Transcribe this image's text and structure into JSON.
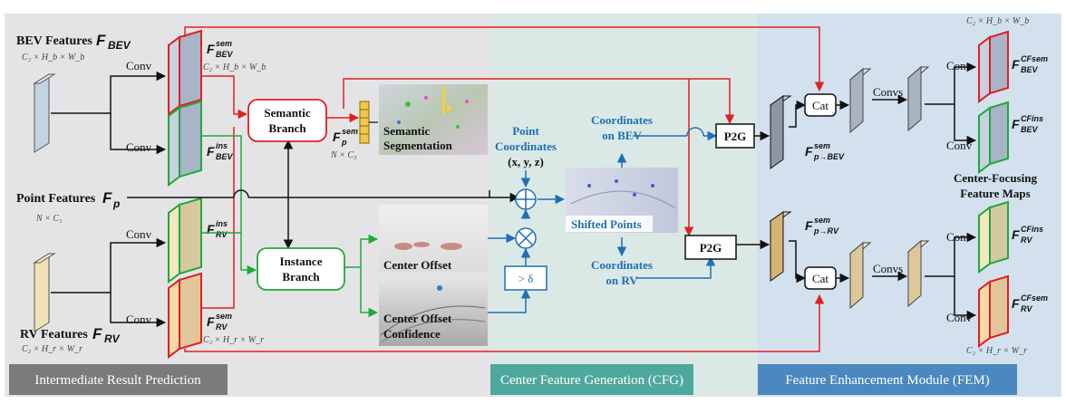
{
  "sections": {
    "left": "Intermediate Result Prediction",
    "middle": "Center Feature Generation (CFG)",
    "right": "Feature Enhancement Module (FEM)"
  },
  "inputs": {
    "bev_label": "BEV Features",
    "bev_sym": "F",
    "bev_sub": "BEV",
    "bev_dim": "C₂ × H_b × W_b",
    "point_label": "Point Features",
    "point_sym": "F",
    "point_sub": "p",
    "point_dim": "N × C₁",
    "rv_label": "RV Features",
    "rv_sym": "F",
    "rv_sub": "RV",
    "rv_dim": "C₂ × H_r × W_r"
  },
  "ops": {
    "conv": "Conv",
    "convs": "Convs",
    "cat": "Cat",
    "p2g": "P2G",
    "threshold": "> δ",
    "add": "⊕",
    "mul": "⊗"
  },
  "features": {
    "bev_sem": "F",
    "bev_sem_sup": "sem",
    "bev_sem_sub": "BEV",
    "bev_sem_dim": "C₂ × H_b × W_b",
    "bev_ins_sup": "ins",
    "bev_ins_sub": "BEV",
    "rv_ins_sup": "ins",
    "rv_ins_sub": "RV",
    "rv_sem_sup": "sem",
    "rv_sem_sub": "RV",
    "rv_sem_dim": "C₂ × H_r × W_r",
    "p_sem_sup": "sem",
    "p_sem_sub": "p",
    "p_sem_dim": "N × C₃",
    "p_bev_sup": "sem",
    "p_bev_sub": "p→BEV",
    "p_rv_sup": "sem",
    "p_rv_sub": "p→RV",
    "out_bev_sem_sup": "CFsem",
    "out_bev_sem_sub": "BEV",
    "out_bev_ins_sup": "CFins",
    "out_bev_ins_sub": "BEV",
    "out_rv_ins_sup": "CFins",
    "out_rv_ins_sub": "RV",
    "out_rv_sem_sup": "CFsem",
    "out_rv_sem_sub": "RV",
    "out_top_dim": "C₂ × H_b × W_b",
    "out_bottom_dim": "C₂ × H_r × W_r"
  },
  "branches": {
    "semantic": [
      "Semantic",
      "Branch"
    ],
    "instance": [
      "Instance",
      "Branch"
    ]
  },
  "results": {
    "semseg": [
      "Semantic",
      "Segmentation"
    ],
    "center_offset": "Center Offset",
    "center_conf": [
      "Center Offset",
      "Confidence"
    ],
    "shifted": "Shifted Points"
  },
  "cfg": {
    "point_coords": [
      "Point",
      "Coordinates",
      "(x, y, z)"
    ],
    "coords_bev": [
      "Coordinates",
      "on BEV"
    ],
    "coords_rv": [
      "Coordinates",
      "on RV"
    ]
  },
  "fem": {
    "maps_label": [
      "Center-Focusing",
      "Feature Maps"
    ]
  },
  "colors": {
    "red": "#e02020",
    "green": "#1faa3a",
    "blue": "#1f6fb4",
    "left_bg": "#e4e4e6",
    "mid_bg": "#dbe9e6",
    "right_bg": "#d3e1ee",
    "left_banner": "#7b7b7b",
    "mid_banner": "#4fa89e",
    "right_banner": "#4a88bf"
  }
}
